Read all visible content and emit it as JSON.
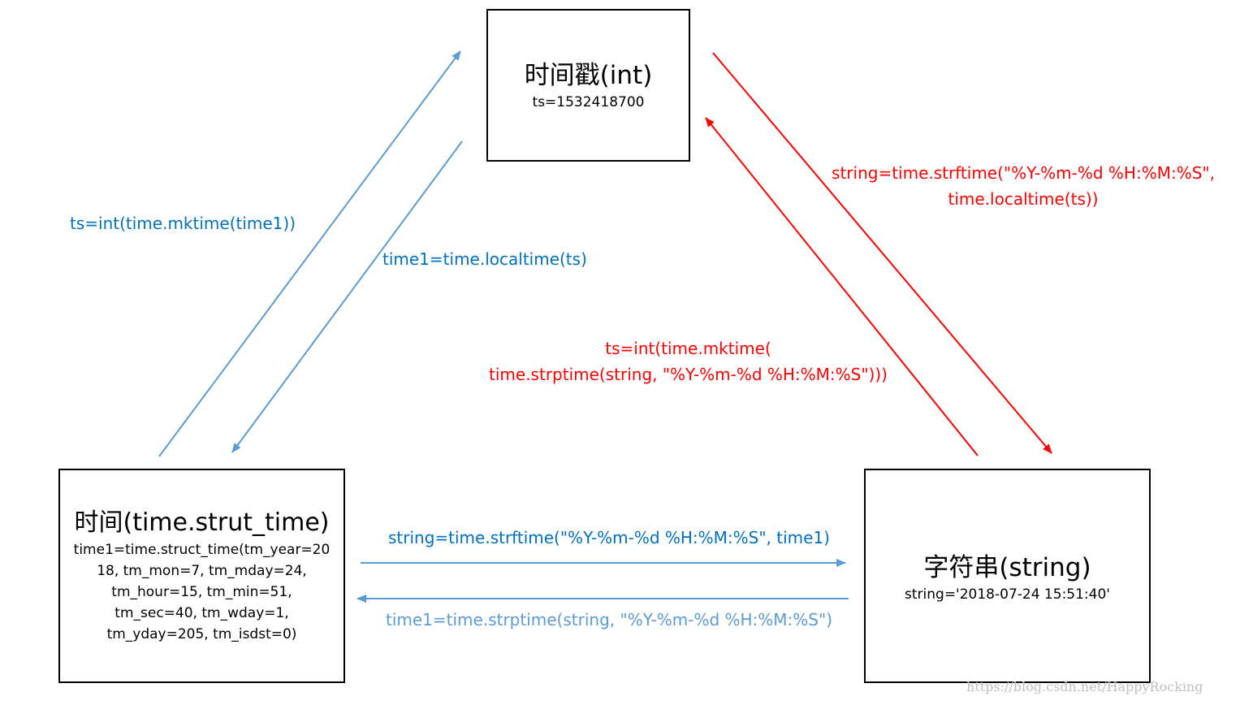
{
  "nodes": {
    "timestamp": {
      "title": "时间戳(int)",
      "detail": "ts=1532418700"
    },
    "struct_time": {
      "title": "时间(time.strut_time)",
      "detail": "time1=time.struct_time(tm_year=20\n18, tm_mon=7, tm_mday=24,\ntm_hour=15, tm_min=51,\ntm_sec=40, tm_wday=1,\ntm_yday=205, tm_isdst=0)"
    },
    "string": {
      "title": "字符串(string)",
      "detail": "string='2018-07-24 15:51:40'"
    }
  },
  "edges": {
    "struct_to_ts": {
      "label": "ts=int(time.mktime(time1))",
      "color": "#0070c0"
    },
    "ts_to_struct": {
      "label": "time1=time.localtime(ts)",
      "color": "#0070c0"
    },
    "ts_to_string": {
      "label": "string=time.strftime(\"%Y-%m-%d %H:%M:%S\",\ntime.localtime(ts))",
      "color": "#ff0000"
    },
    "string_to_ts": {
      "label": "ts=int(time.mktime(\ntime.strptime(string, \"%Y-%m-%d %H:%M:%S\")))",
      "color": "#ff0000"
    },
    "struct_to_string": {
      "label": "string=time.strftime(\"%Y-%m-%d %H:%M:%S\", time1)",
      "color": "#0070c0"
    },
    "string_to_struct": {
      "label": "time1=time.strptime(string, \"%Y-%m-%d %H:%M:%S\")",
      "color": "#5b9bd5"
    }
  },
  "arrow_colors": {
    "blue": "#5b9bd5",
    "red": "#ff0000"
  },
  "watermark": "https://blog.csdn.net/HappyRocking"
}
